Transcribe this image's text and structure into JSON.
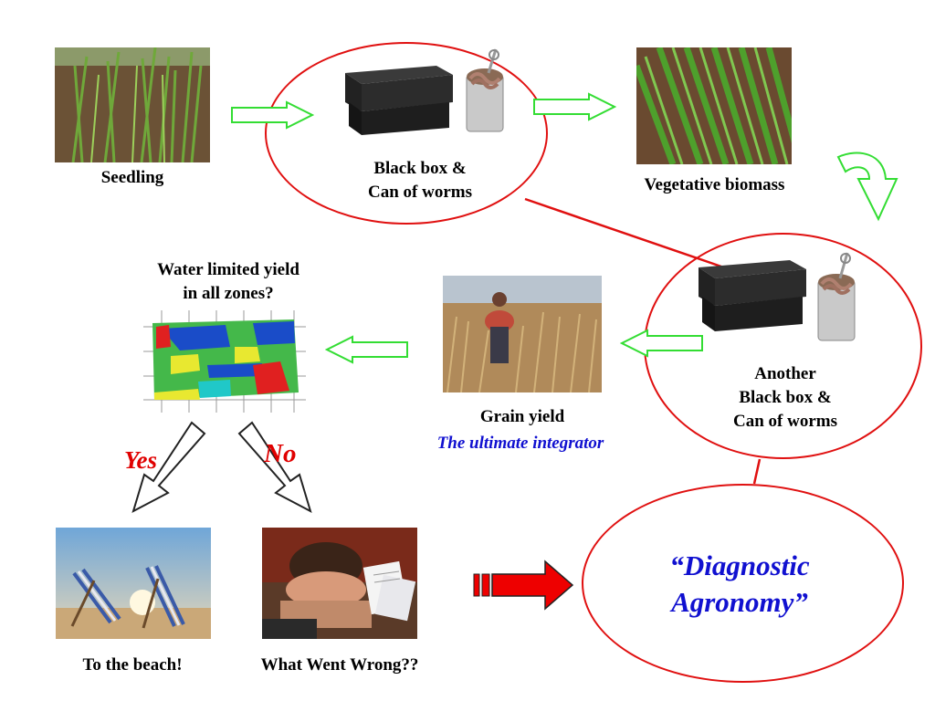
{
  "labels": {
    "seedling": "Seedling",
    "black_box_1_line1": "Black box &",
    "black_box_1_line2": "Can of worms",
    "vegetative": "Vegetative biomass",
    "water_line1": "Water limited yield",
    "water_line2": "in all zones?",
    "another_line1": "Another",
    "another_line2": "Black box &",
    "another_line3": "Can of worms",
    "grain_yield": "Grain yield",
    "ultimate": "The ultimate integrator",
    "yes": "Yes",
    "no": "No",
    "beach": "To the beach!",
    "wrong": "What Went Wrong??",
    "diagnostic_line1": "“Diagnostic",
    "diagnostic_line2": "Agronomy”"
  },
  "colors": {
    "ellipse_stroke": "#e01010",
    "green_arrow": "#33dd33",
    "red_arrow": "#ee0000",
    "yes_no": "#e00000",
    "integrator": "#1010d0",
    "diagnostic": "#1010d0"
  },
  "icons": [
    "seedling-photo",
    "black-box-image",
    "worm-can-image",
    "vegetative-photo",
    "yield-map-image",
    "grain-field-photo",
    "beach-chairs-photo",
    "frustrated-man-photo"
  ]
}
